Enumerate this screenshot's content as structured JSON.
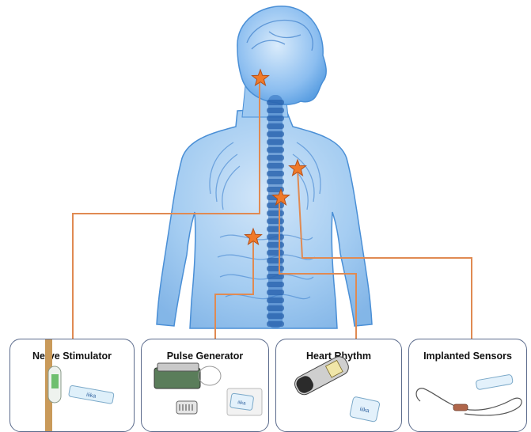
{
  "cards": [
    {
      "id": "nerve",
      "title": "Nerve Stimulator"
    },
    {
      "id": "pulse",
      "title": "Pulse Generator"
    },
    {
      "id": "heart",
      "title": "Heart Rhythm"
    },
    {
      "id": "sensors",
      "title": "Implanted Sensors"
    }
  ],
  "device_brand": "iiika",
  "colors": {
    "connector": "#e08a52",
    "star": "#f07a2a",
    "body": "#4d9be0",
    "card_border": "#5b6b8c"
  }
}
